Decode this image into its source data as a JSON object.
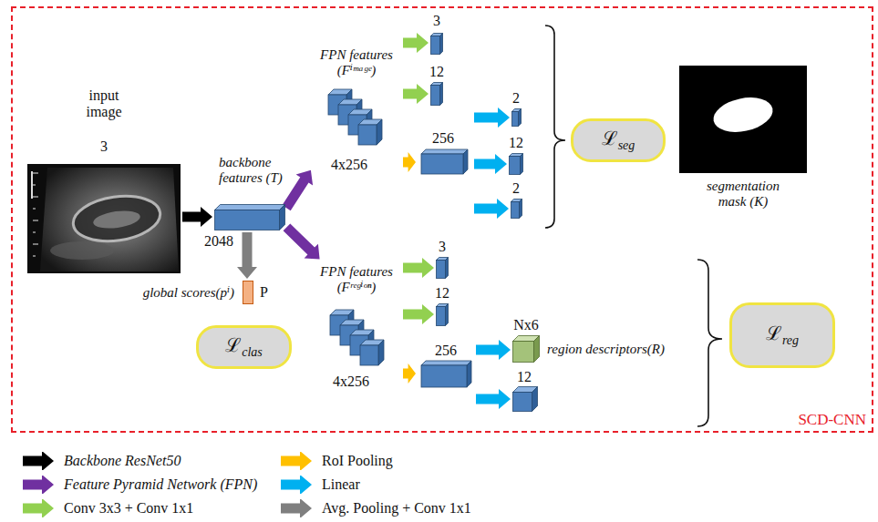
{
  "diagram": {
    "nodes": [
      {
        "text": [
          "SCD-CNN"
        ]
      },
      {
        "text": [
          "input image",
          "3"
        ],
        "in": 0
      },
      {
        "text": [
          "backbone features (T)",
          "2048"
        ],
        "in": 0
      },
      {
        "text": [
          "global scores(pⁱ)",
          "P"
        ],
        "in": 0
      },
      {
        "text": [
          "ℒclas"
        ],
        "in": 0
      },
      {
        "text": [
          "FPN features (Fⁱᵐᵃᵍᵉ)",
          "4x256"
        ],
        "in": 0
      },
      {
        "text": [
          "3"
        ],
        "in": 0
      },
      {
        "text": [
          "12"
        ],
        "in": 0
      },
      {
        "text": [
          "256"
        ],
        "in": 0
      },
      {
        "text": [
          "2"
        ],
        "in": 0
      },
      {
        "text": [
          "12"
        ],
        "in": 0
      },
      {
        "text": [
          "2"
        ],
        "in": 0
      },
      {
        "text": [
          "ℒseg"
        ],
        "in": 0
      },
      {
        "text": [
          "segmentation mask (K)"
        ],
        "in": 0
      },
      {
        "text": [
          "FPN features (Fʳᵉᵍⁱᵒⁿ)",
          "4x256"
        ],
        "in": 0
      },
      {
        "text": [
          "3"
        ],
        "in": 0
      },
      {
        "text": [
          "12"
        ],
        "in": 0
      },
      {
        "text": [
          "256"
        ],
        "in": 0
      },
      {
        "text": [
          "Nx6",
          "region descriptors(R)"
        ],
        "in": 0
      },
      {
        "text": [
          "12"
        ],
        "in": 0
      },
      {
        "text": [
          "ℒreg"
        ],
        "in": 0
      }
    ],
    "edges": [
      {
        "from": 1,
        "to": 2,
        "arrow": "to"
      },
      {
        "from": 2,
        "to": 5,
        "arrow": "to"
      },
      {
        "from": 2,
        "to": 14,
        "arrow": "to"
      },
      {
        "from": 2,
        "to": 3,
        "arrow": "to"
      },
      {
        "from": 5,
        "to": 6,
        "arrow": "to"
      },
      {
        "from": 5,
        "to": 7,
        "arrow": "to"
      },
      {
        "from": 5,
        "to": 8,
        "arrow": "to"
      },
      {
        "from": 8,
        "to": 9,
        "arrow": "to"
      },
      {
        "from": 8,
        "to": 10,
        "arrow": "to"
      },
      {
        "from": 8,
        "to": 11,
        "arrow": "to"
      },
      {
        "from": 14,
        "to": 15,
        "arrow": "to"
      },
      {
        "from": 14,
        "to": 16,
        "arrow": "to"
      },
      {
        "from": 14,
        "to": 17,
        "arrow": "to"
      },
      {
        "from": 17,
        "to": 18,
        "arrow": "to"
      },
      {
        "from": 17,
        "to": 19,
        "arrow": "to"
      }
    ],
    "legend": [
      {
        "text": "Backbone ResNet50",
        "color": "#000000"
      },
      {
        "text": "Feature Pyramid Network (FPN)",
        "color": "#7030a0"
      },
      {
        "text": "Conv 3x3 + Conv 1x1",
        "color": "#92d050"
      },
      {
        "text": "RoI Pooling",
        "color": "#ffc000"
      },
      {
        "text": "Linear",
        "color": "#00b0f0"
      },
      {
        "text": "Avg. Pooling + Conv 1x1",
        "color": "#7f7f7f"
      }
    ]
  }
}
